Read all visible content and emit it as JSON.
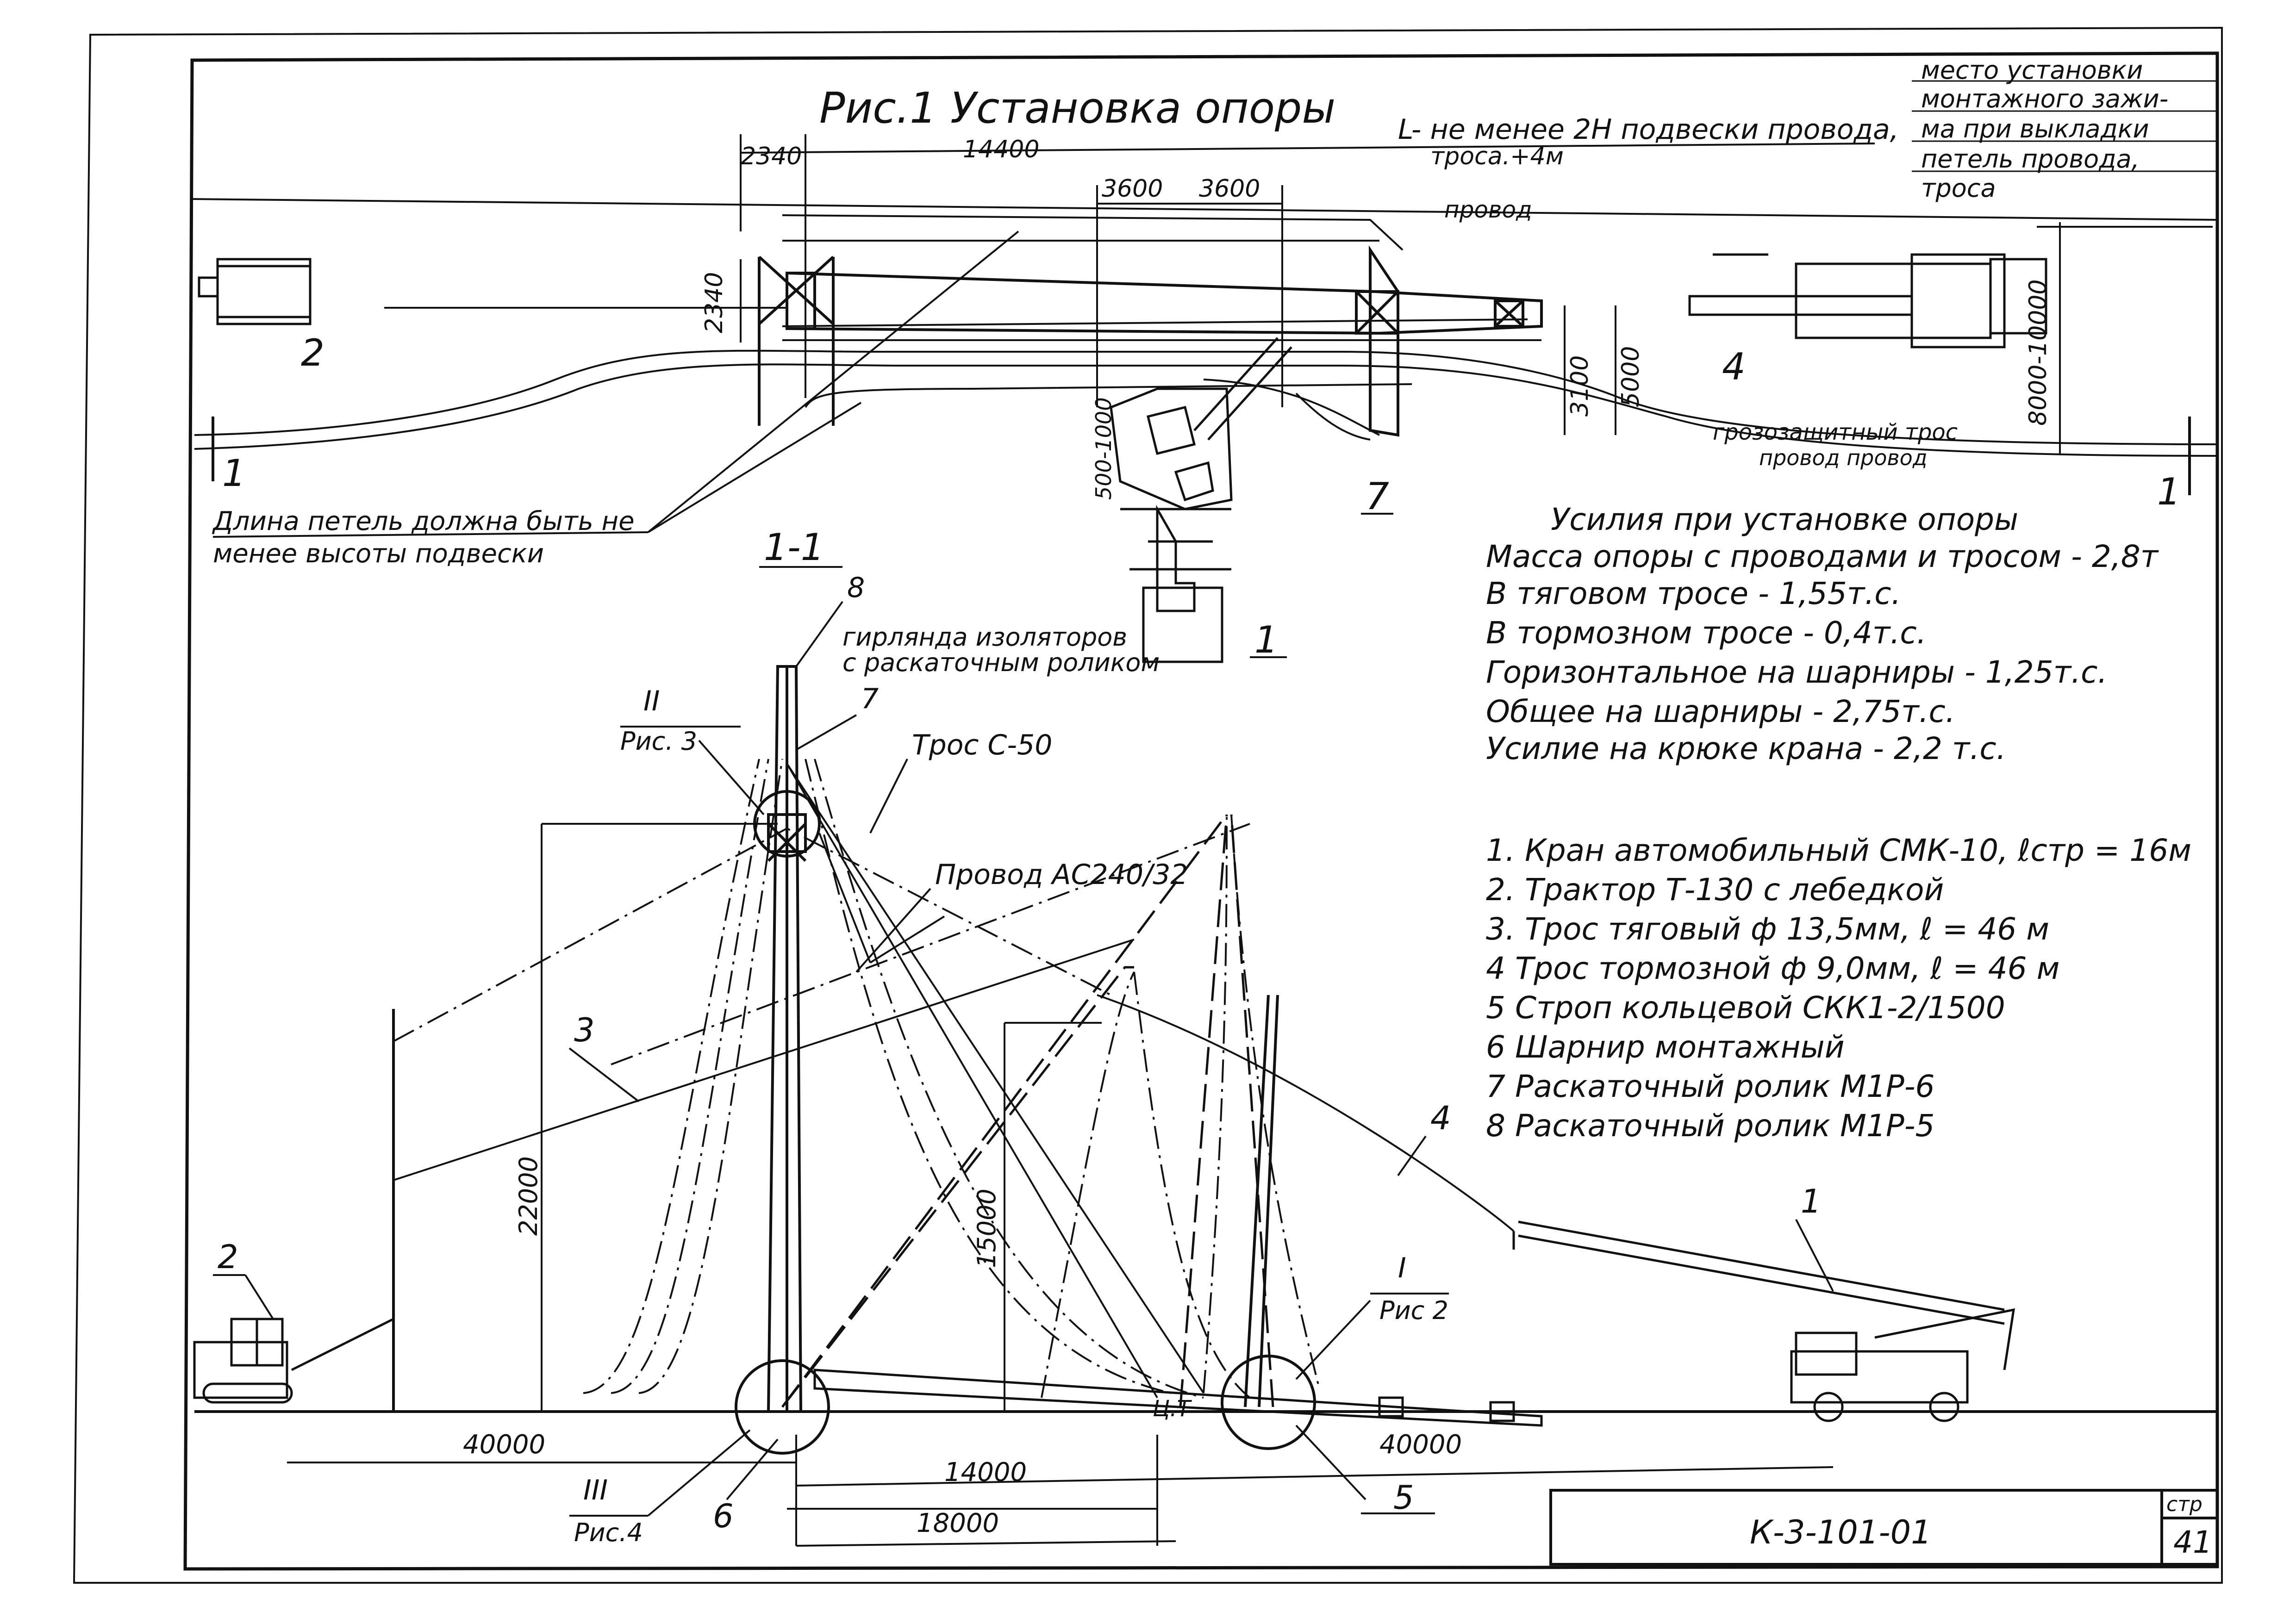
{
  "fig1": {
    "title": "Рис.1   Установка   опоры",
    "dim_2340_top": "2340",
    "dim_14400": "14400",
    "dim_3600_a": "3600",
    "dim_3600_b": "3600",
    "dim_2340_side": "2340",
    "dim_3100": "3100",
    "dim_5000": "5000",
    "dim_500_1000": "500-1000",
    "dim_8000_10000": "8000-10000",
    "note_L": "L- не менее 2Н подвески провода,",
    "note_L2": "троса.+4м",
    "note_place": [
      "место установки",
      "монтажного зажи-",
      "ма при выкладки",
      "петель провода,",
      "троса"
    ],
    "label_provod_top": "провод",
    "label_grozo": "грозозащитный   трос",
    "label_provod_bottom": "провод         провод",
    "loop_note": [
      "Длина петель должна быть не",
      "менее высоты подвески"
    ],
    "cut_left": "1",
    "cut_right": "1",
    "num_2": "2",
    "num_4": "4",
    "num_7": "7",
    "num_1": "1"
  },
  "section": {
    "title": "1-1",
    "num_8": "8",
    "num_7": "7",
    "garland": [
      "гирлянда изоляторов",
      "с раскаточным роликом"
    ],
    "ref_II": "II",
    "ref_II_fig": "Рис. 3",
    "tros": "Трос С-50",
    "provod": "Провод АС240/32",
    "num_3": "3",
    "num_4": "4",
    "num_1": "1",
    "num_2": "2",
    "num_6": "6",
    "num_5": "5",
    "dim_22000": "22000",
    "dim_15000": "15000",
    "dim_40000_left": "40000",
    "dim_40000_right": "40000",
    "dim_14000": "14000",
    "dim_18000": "18000",
    "ref_I": "I",
    "ref_I_fig": "Рис 2",
    "ref_III": "III",
    "ref_III_fig": "Рис.4",
    "cg": "Ц.Т"
  },
  "forces": {
    "title": "Усилия при установке опоры",
    "lines": [
      "Масса опоры с проводами и тросом - 2,8т",
      "В тяговом тросе - 1,55т.с.",
      "В тормозном тросе - 0,4т.с.",
      "Горизонтальное на шарниры - 1,25т.с.",
      "Общее на шарниры - 2,75т.с.",
      "Усилие на крюке крана - 2,2 т.с."
    ]
  },
  "legend": [
    "1. Кран автомобильный СМК-10, ℓстр = 16м",
    "2. Трактор Т-130 с лебедкой",
    "3. Трос тяговый ф 13,5мм, ℓ = 46 м",
    "4 Трос тормозной ф 9,0мм, ℓ = 46 м",
    "5 Строп кольцевой СКК1-2/1500",
    "6 Шарнир монтажный",
    "7 Раскаточный ролик М1Р-6",
    "8 Раскаточный ролик М1Р-5"
  ],
  "stamp": {
    "code": "К-3-101-01",
    "page_label": "стр",
    "page_number": "41"
  }
}
